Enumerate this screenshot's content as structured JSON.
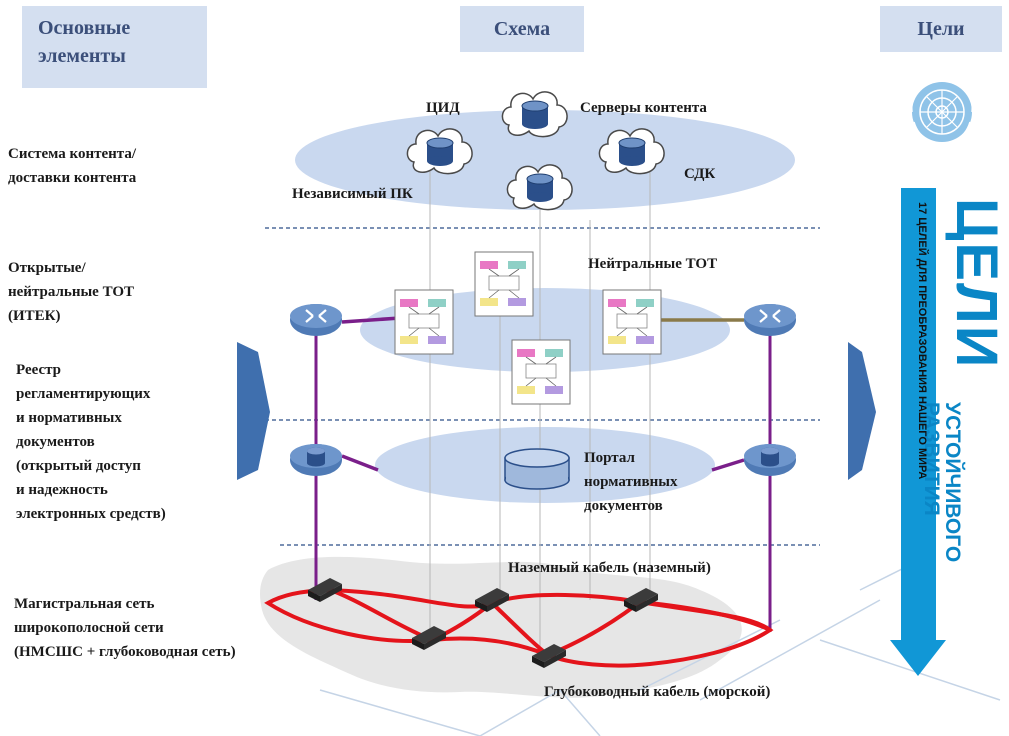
{
  "headers": {
    "left_line1": "Основные",
    "left_line2": "элементы",
    "middle": "Схема",
    "right": "Цели"
  },
  "side_labels": {
    "content_system": [
      "Система контента/",
      "доставки контента"
    ],
    "open_ixp": [
      "Открытые/",
      "нейтральные ТОТ",
      "(ИТЕК)"
    ],
    "registry": [
      "Реестр",
      "регламентирующих",
      "и нормативных",
      "документов",
      "(открытый доступ",
      "и надежность",
      "электронных средств)"
    ],
    "backbone": [
      "Магистральная сеть",
      "широкополосной сети",
      "(НМСШС + глубоководная сеть)"
    ]
  },
  "diagram_labels": {
    "cid": "ЦИД",
    "content_servers": "Серверы контента",
    "independent_cp": "Независимый ПК",
    "cdn": "СДК",
    "neutral_ixp": "Нейтральные ТОТ",
    "portal_line1": "Портал",
    "portal_line2": "нормативных",
    "portal_line3": "документов",
    "terrestrial_cable": "Наземный кабель (наземный)",
    "submarine_cable": "Глубоководный кабель (морской)"
  },
  "goals": {
    "word": "ЦЕЛИ",
    "sub_line1": "УСТОЙЧИВОГО",
    "sub_line2": "РАЗВИТИЯ",
    "tagline": "17 ЦЕЛЕЙ ДЛЯ ПРЕОБРАЗОВАНИЯ НАШЕГО МИРА"
  },
  "colors": {
    "header_bg": "#d4dff0",
    "header_text": "#3b4f7a",
    "ellipse": "#c9d8ef",
    "node": "#4f7ab5",
    "link_purple": "#7a1f8a",
    "cable_red": "#e4141b",
    "goals_blue": "#0a86c6",
    "arrow_blue": "#3f6fae"
  }
}
